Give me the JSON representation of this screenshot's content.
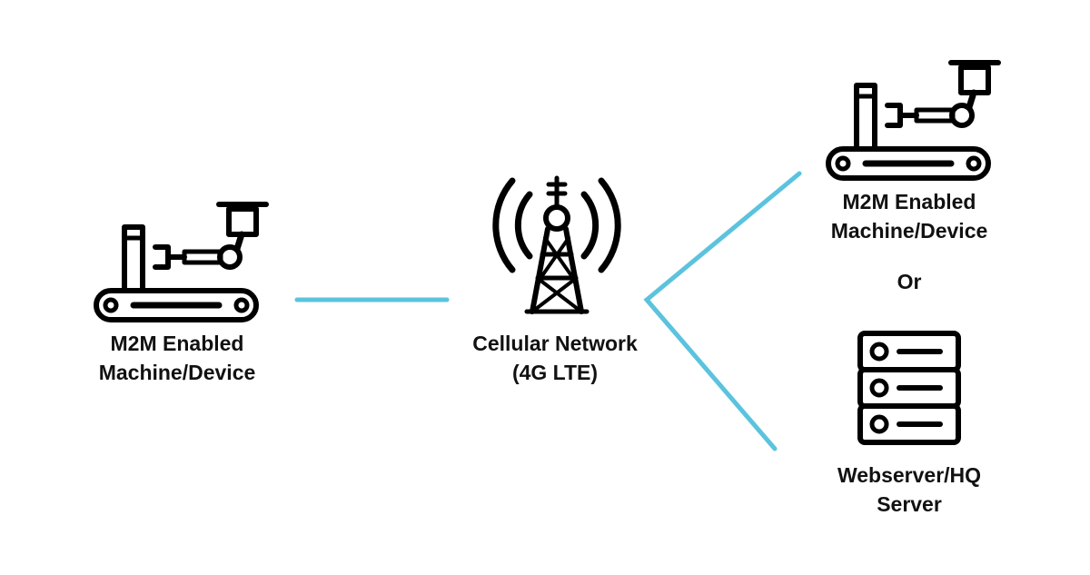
{
  "colors": {
    "connector": "#5bc3de",
    "ink": "#000000",
    "background": "#ffffff"
  },
  "nodes": {
    "left_device": {
      "icon": "robot-arm-conveyor-icon",
      "label_line1": "M2M Enabled",
      "label_line2": "Machine/Device"
    },
    "tower": {
      "icon": "cell-tower-icon",
      "label_line1": "Cellular Network",
      "label_line2": "(4G LTE)"
    },
    "right_device": {
      "icon": "robot-arm-conveyor-icon",
      "label_line1": "M2M Enabled",
      "label_line2": "Machine/Device"
    },
    "separator": "Or",
    "server": {
      "icon": "server-rack-icon",
      "label_line1": "Webserver/HQ",
      "label_line2": "Server"
    }
  }
}
